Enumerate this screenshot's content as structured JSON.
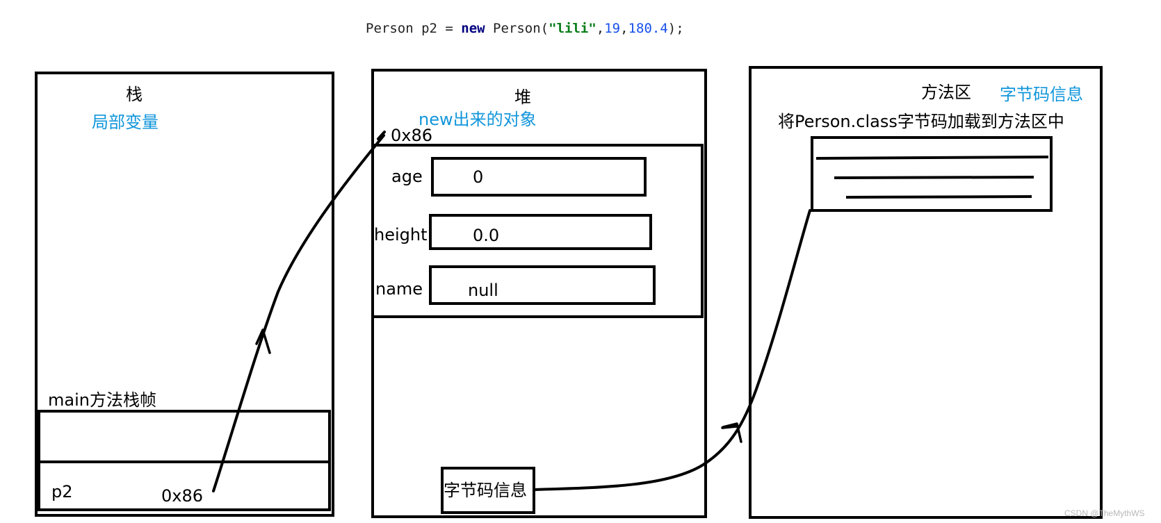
{
  "code_line": {
    "prefix": "Person p2 = ",
    "keyword": "new",
    "call": " Person(",
    "str": "\"lili\"",
    "sep1": ",",
    "n1": "19",
    "sep2": ",",
    "n2": "180.4",
    "suffix": ");"
  },
  "stack": {
    "title": "栈",
    "subtitle": "局部变量",
    "frame_label": "main方法栈帧",
    "var_name": "p2",
    "var_value": "0x86"
  },
  "heap": {
    "title": "堆",
    "subtitle": "new出来的对象",
    "address": "0x86",
    "fields": [
      {
        "name": "age",
        "value": "0"
      },
      {
        "name": "height",
        "value": "0.0"
      },
      {
        "name": "name",
        "value": "null"
      }
    ],
    "bytecode_label": "字节码信息"
  },
  "method_area": {
    "title": "方法区",
    "subtitle": "字节码信息",
    "description": "将Person.class字节码加载到方法区中"
  },
  "watermark": "CSDN @TheMythWS",
  "colors": {
    "ink": "#000000",
    "annotation_blue": "#1296db"
  }
}
